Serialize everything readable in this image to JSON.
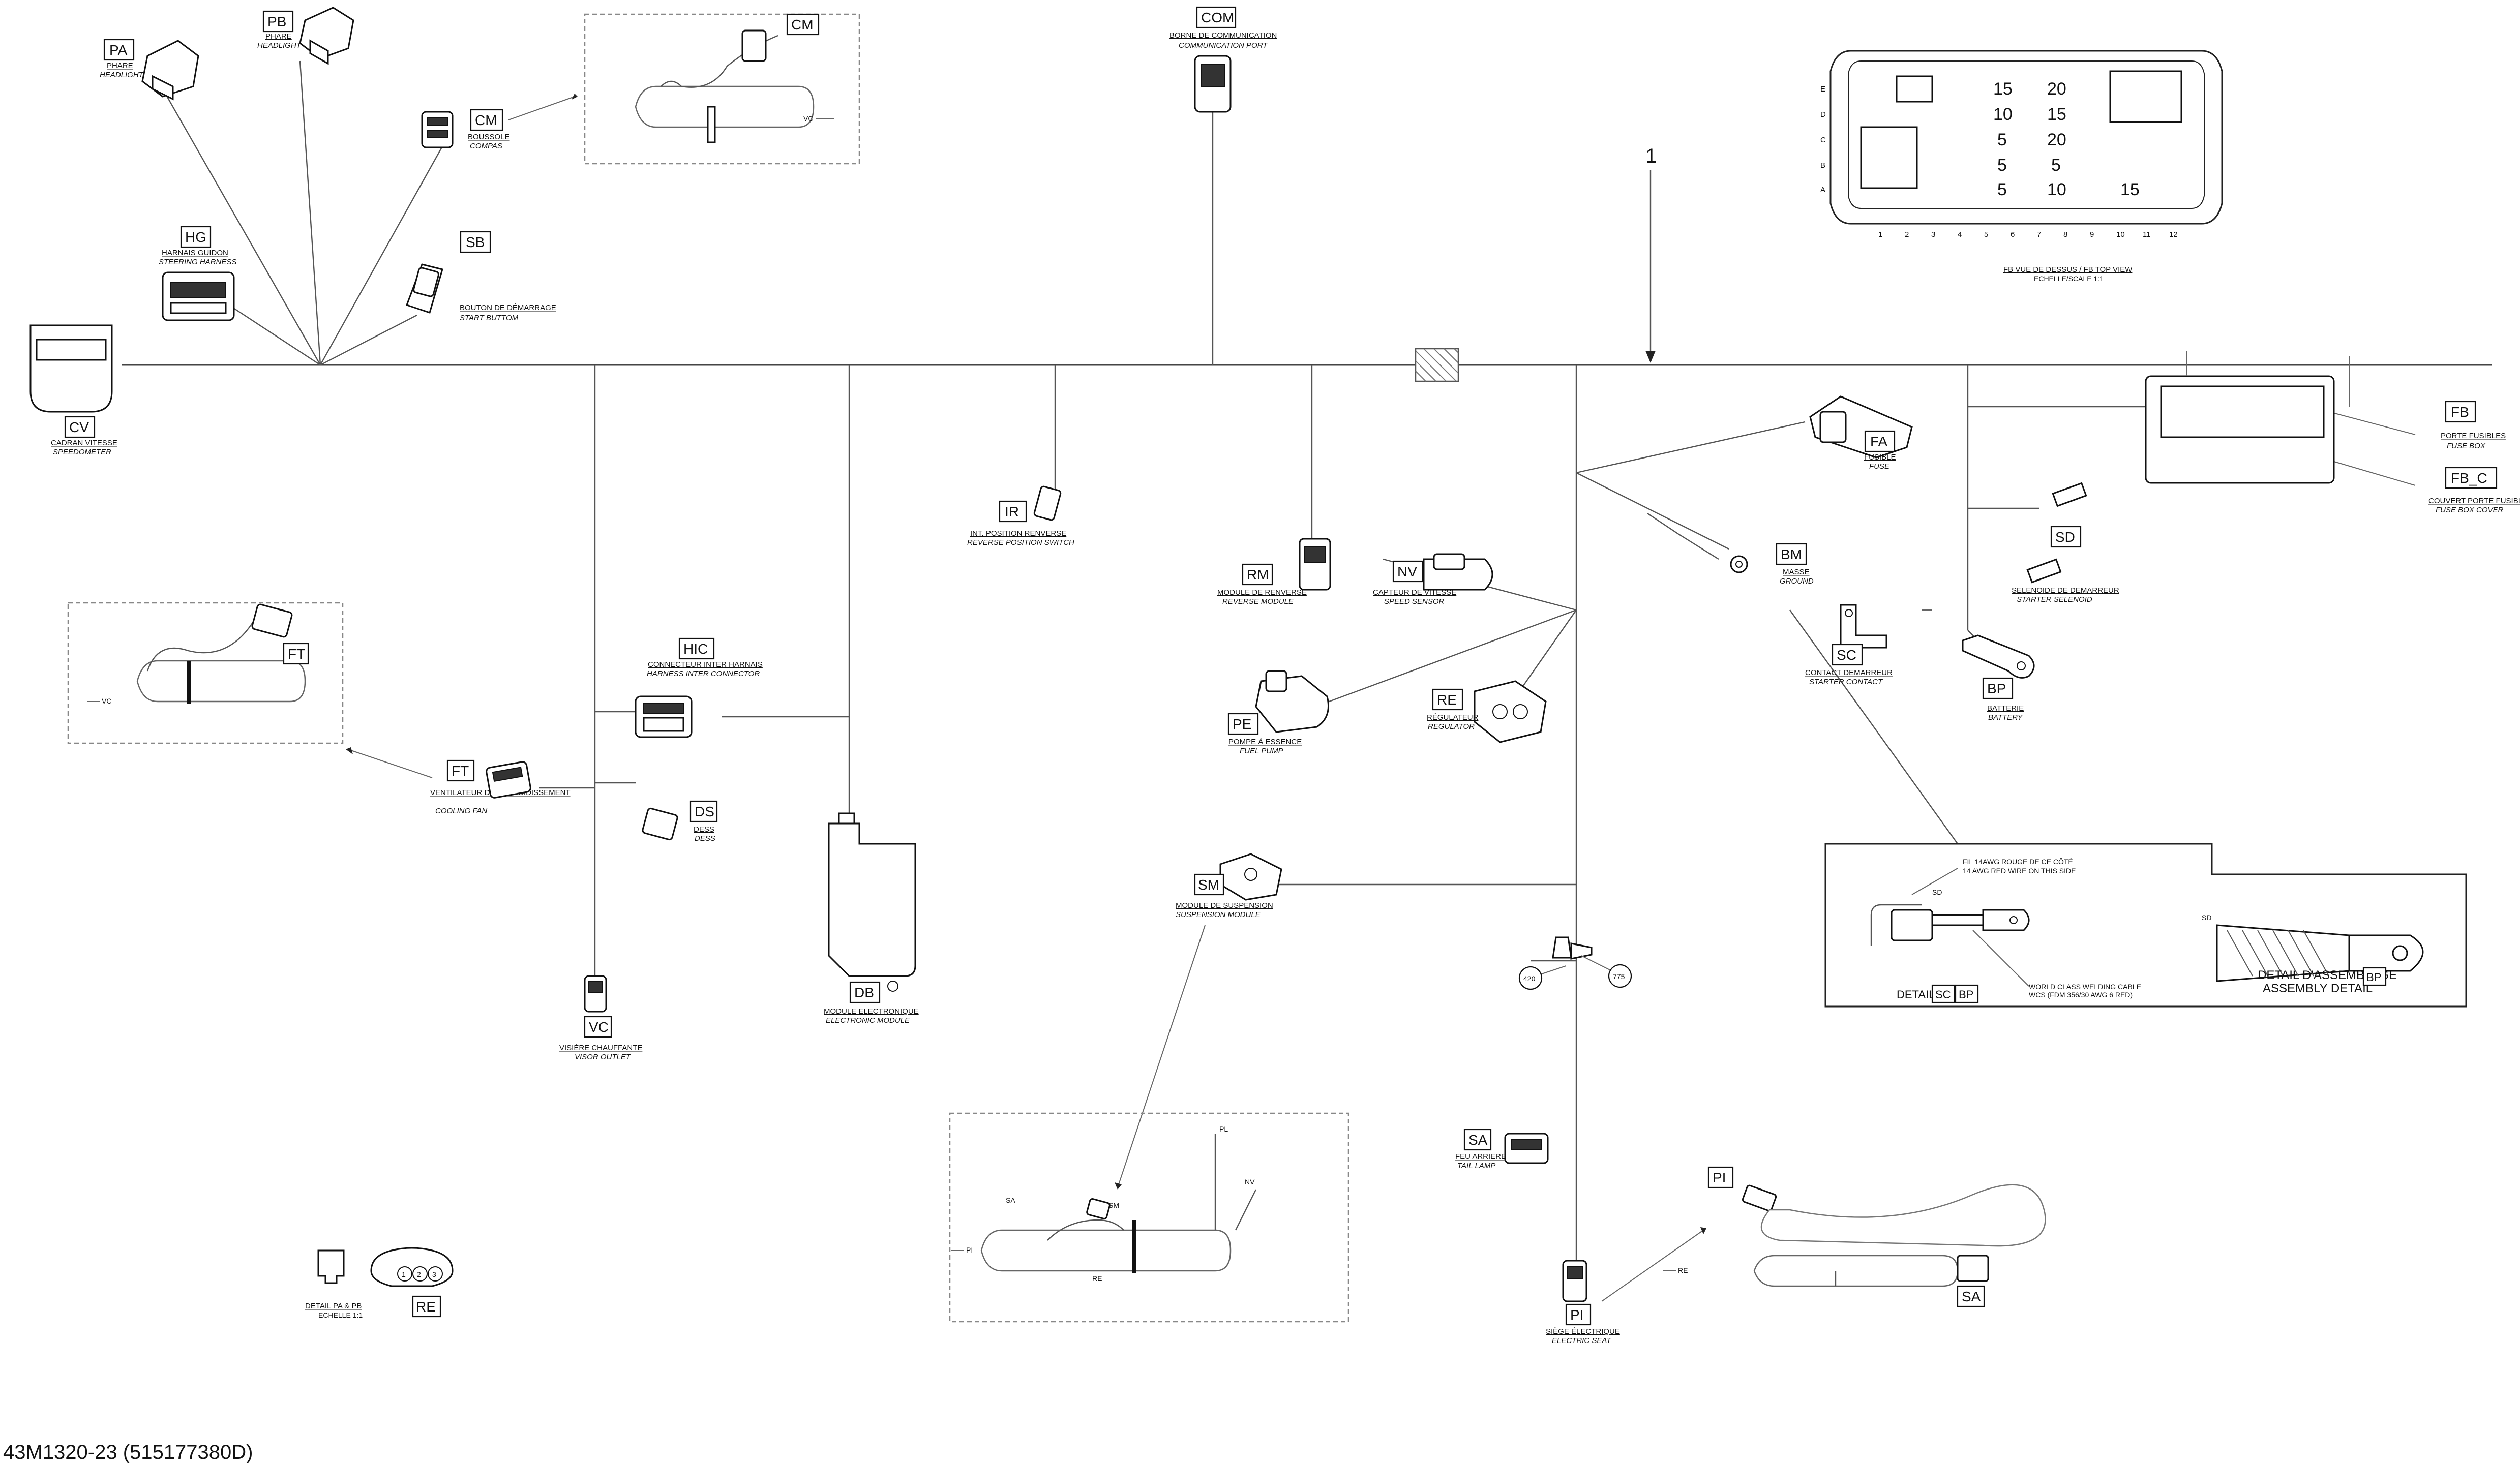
{
  "document": {
    "number": "43M1320-23 (515177380D)"
  },
  "callout": {
    "number": "1"
  },
  "components": {
    "PA": {
      "code": "PA",
      "fr": "PHARE",
      "en": "HEADLIGHT"
    },
    "PB": {
      "code": "PB",
      "fr": "PHARE",
      "en": "HEADLIGHT"
    },
    "CM": {
      "code": "CM",
      "fr": "BOUSSOLE",
      "en": "COMPAS"
    },
    "HG": {
      "code": "HG",
      "fr": "HARNAIS GUIDON",
      "en": "STEERING HARNESS"
    },
    "SB": {
      "code": "SB",
      "fr": "BOUTON DE DÉMARRAGE",
      "en": "START BUTTOM"
    },
    "CV": {
      "code": "CV",
      "fr": "CADRAN VITESSE",
      "en": "SPEEDOMETER"
    },
    "COM": {
      "code": "COM",
      "fr": "BORNE DE COMMUNICATION",
      "en": "COMMUNICATION PORT"
    },
    "IR": {
      "code": "IR",
      "fr": "INT. POSITION RENVERSE",
      "en": "REVERSE POSITION SWITCH"
    },
    "RM": {
      "code": "RM",
      "fr": "MODULE DE RENVERSE",
      "en": "REVERSE MODULE"
    },
    "NV": {
      "code": "NV",
      "fr": "CAPTEUR DE VITESSE",
      "en": "SPEED SENSOR"
    },
    "PE": {
      "code": "PE",
      "fr": "POMPE À ESSENCE",
      "en": "FUEL PUMP"
    },
    "RE": {
      "code": "RE",
      "fr": "RÉGULATEUR",
      "en": "REGULATOR"
    },
    "HIC": {
      "code": "HIC",
      "fr": "CONNECTEUR INTER HARNAIS",
      "en": "HARNESS INTER CONNECTOR"
    },
    "FT": {
      "code": "FT",
      "fr": "VENTILATEUR DE REFROIDISSEMENT",
      "en": "COOLING FAN"
    },
    "DS": {
      "code": "DS",
      "fr": "DESS",
      "en": "DESS"
    },
    "DB": {
      "code": "DB",
      "fr": "MODULE ELECTRONIQUE",
      "en": "ELECTRONIC MODULE"
    },
    "VC": {
      "code": "VC",
      "fr": "VISIÈRE CHAUFFANTE",
      "en": "VISOR OUTLET"
    },
    "SM": {
      "code": "SM",
      "fr": "MODULE DE SUSPENSION",
      "en": "SUSPENSION MODULE"
    },
    "FA": {
      "code": "FA",
      "fr": "FUSIBLE",
      "en": "FUSE"
    },
    "BM": {
      "code": "BM",
      "fr": "MASSE",
      "en": "GROUND"
    },
    "SC": {
      "code": "SC",
      "fr": "CONTACT DEMARREUR",
      "en": "STARTER CONTACT"
    },
    "BP": {
      "code": "BP",
      "fr": "BATTERIE",
      "en": "BATTERY"
    },
    "SD": {
      "code": "SD",
      "fr": "SELENOIDE DE DEMARREUR",
      "en": "STARTER SELENOID"
    },
    "FB": {
      "code": "FB",
      "fr": "PORTE FUSIBLES",
      "en": "FUSE BOX"
    },
    "FB_C": {
      "code": "FB_C",
      "fr": "COUVERT PORTE FUSIBLES",
      "en": "FUSE BOX COVER"
    },
    "SA": {
      "code": "SA",
      "fr": "FEU ARRIERE",
      "en": "TAIL LAMP"
    },
    "PI": {
      "code": "PI",
      "fr": "SIÈGE ÉLECTRIQUE",
      "en": "ELECTRIC SEAT"
    }
  },
  "fusebox_view": {
    "title": "FB VUE DE DESSUS / FB TOP VIEW",
    "scale": "ECHELLE/SCALE 1:1",
    "rows": [
      "E",
      "D",
      "C",
      "B",
      "A"
    ],
    "columns": [
      "1",
      "2",
      "3",
      "4",
      "5",
      "6",
      "7",
      "8",
      "9",
      "10",
      "11",
      "12"
    ],
    "ratings": [
      "15",
      "20",
      "10",
      "15",
      "5",
      "20",
      "5",
      "5",
      "5",
      "10",
      "15"
    ]
  },
  "insets": {
    "cm_vc": "VC",
    "ft_vc": "VC",
    "ft_tag": "FT",
    "cm_tag": "CM",
    "sm_box": {
      "sa": "SA",
      "pi": "PI",
      "sm": "SM",
      "pl": "PL",
      "nv": "NV",
      "re": "RE"
    },
    "pi_box": {
      "pi": "PI",
      "re": "RE",
      "sa": "SA"
    },
    "detail_pa_pb": {
      "title": "DETAIL PA & PB",
      "scale": "ECHELLE 1:1",
      "re": "RE",
      "pins": [
        "1",
        "2",
        "3"
      ]
    },
    "assembly": {
      "note_red_fr": "FIL 14AWG ROUGE DE CE CÔTÉ",
      "note_red_en": "14 AWG RED WIRE ON THIS SIDE",
      "note_cable_1": "WORLD CLASS WELDING CABLE",
      "note_cable_2": "WCS (FDM 356/30 AWG 6 RED)",
      "sd_a": "SD",
      "sd_b": "SD",
      "detail_label": "DETAIL",
      "detail_sc": "SC",
      "detail_bp": "BP",
      "assembly_fr": "DETAIL D'ASSEMBLAGE",
      "assembly_en": "ASSEMBLY DETAIL",
      "assembly_bp": "BP"
    }
  },
  "ring_terminals": [
    "420",
    "775"
  ]
}
